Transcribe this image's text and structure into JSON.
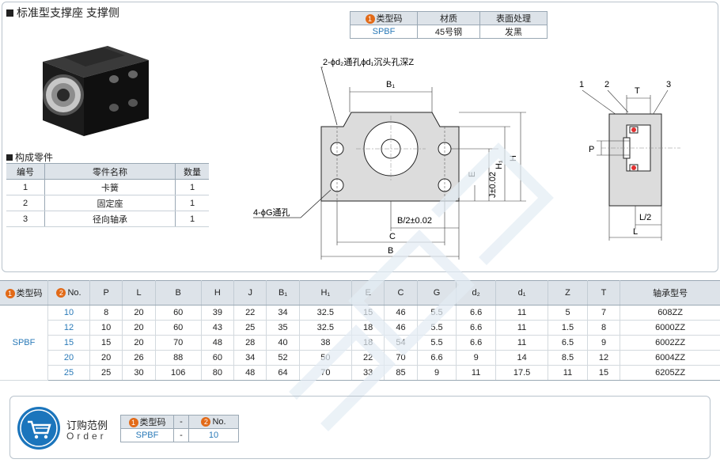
{
  "title": "标准型支撑座 支撑侧",
  "type_table": {
    "headers": [
      "类型码",
      "材质",
      "表面处理"
    ],
    "row": [
      "SPBF",
      "45号钢",
      "发黑"
    ]
  },
  "parts": {
    "title": "构成零件",
    "headers": [
      "编号",
      "零件名称",
      "数量"
    ],
    "rows": [
      [
        "1",
        "卡簧",
        "1"
      ],
      [
        "2",
        "固定座",
        "1"
      ],
      [
        "3",
        "径向轴承",
        "1"
      ]
    ]
  },
  "drawing": {
    "hole_note": "2-ϕd₂通孔ϕd₁沉头孔深Z",
    "g_note": "4-ϕG通孔",
    "dim_b1": "B₁",
    "dim_h": "H",
    "dim_h1": "H₁",
    "dim_j": "J±0.02",
    "dim_e": "E",
    "dim_b2": "B/2±0.02",
    "dim_c": "C",
    "dim_b": "B",
    "side_1": "1",
    "side_2": "2",
    "side_3": "3",
    "side_t": "T",
    "side_p": "P",
    "side_l2": "L/2",
    "side_l": "L"
  },
  "main_table": {
    "headers": [
      "类型码",
      "No.",
      "P",
      "L",
      "B",
      "H",
      "J",
      "B₁",
      "H₁",
      "E",
      "C",
      "G",
      "d₂",
      "d₁",
      "Z",
      "T",
      "轴承型号"
    ],
    "type": "SPBF",
    "rows": [
      [
        "10",
        "8",
        "20",
        "60",
        "39",
        "22",
        "34",
        "32.5",
        "15",
        "46",
        "5.5",
        "6.6",
        "11",
        "5",
        "7",
        "608ZZ"
      ],
      [
        "12",
        "10",
        "20",
        "60",
        "43",
        "25",
        "35",
        "32.5",
        "18",
        "46",
        "5.5",
        "6.6",
        "11",
        "1.5",
        "8",
        "6000ZZ"
      ],
      [
        "15",
        "15",
        "20",
        "70",
        "48",
        "28",
        "40",
        "38",
        "18",
        "54",
        "5.5",
        "6.6",
        "11",
        "6.5",
        "9",
        "6002ZZ"
      ],
      [
        "20",
        "20",
        "26",
        "88",
        "60",
        "34",
        "52",
        "50",
        "22",
        "70",
        "6.6",
        "9",
        "14",
        "8.5",
        "12",
        "6004ZZ"
      ],
      [
        "25",
        "25",
        "30",
        "106",
        "80",
        "48",
        "64",
        "70",
        "33",
        "85",
        "9",
        "11",
        "17.5",
        "11",
        "15",
        "6205ZZ"
      ]
    ]
  },
  "order": {
    "label": "订购范例",
    "label_en": "Order",
    "headers": [
      "类型码",
      "-",
      "No."
    ],
    "values": [
      "SPBF",
      "-",
      "10"
    ]
  },
  "badges": [
    "1",
    "2"
  ]
}
